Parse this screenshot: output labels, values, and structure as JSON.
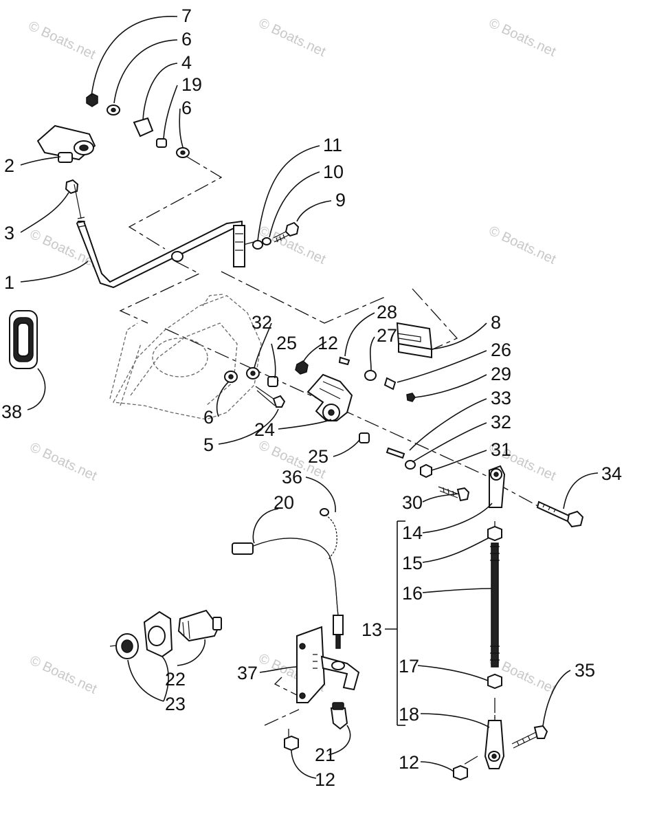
{
  "watermarks": [
    {
      "text": "© Boats.net"
    },
    {
      "text": "© Boats.net"
    },
    {
      "text": "© Boats.net"
    },
    {
      "text": "© Boats.net"
    },
    {
      "text": "© Boats.net"
    },
    {
      "text": "© Boats.net"
    },
    {
      "text": "© Boats.net"
    },
    {
      "text": "© Boats.net"
    },
    {
      "text": "© Boats.net"
    },
    {
      "text": "© Boats.net"
    },
    {
      "text": "© Boats.net"
    },
    {
      "text": "© Boats.net"
    }
  ],
  "callouts": [
    {
      "id": "c7",
      "label": "7"
    },
    {
      "id": "c6a",
      "label": "6"
    },
    {
      "id": "c4",
      "label": "4"
    },
    {
      "id": "c19",
      "label": "19"
    },
    {
      "id": "c6b",
      "label": "6"
    },
    {
      "id": "c2",
      "label": "2"
    },
    {
      "id": "c3",
      "label": "3"
    },
    {
      "id": "c1",
      "label": "1"
    },
    {
      "id": "c11",
      "label": "11"
    },
    {
      "id": "c10",
      "label": "10"
    },
    {
      "id": "c9",
      "label": "9"
    },
    {
      "id": "c28",
      "label": "28"
    },
    {
      "id": "c8",
      "label": "8"
    },
    {
      "id": "c27",
      "label": "27"
    },
    {
      "id": "c26",
      "label": "26"
    },
    {
      "id": "c29",
      "label": "29"
    },
    {
      "id": "c32a",
      "label": "32"
    },
    {
      "id": "c25a",
      "label": "25"
    },
    {
      "id": "c12a",
      "label": "12"
    },
    {
      "id": "c38",
      "label": "38"
    },
    {
      "id": "c6c",
      "label": "6"
    },
    {
      "id": "c5",
      "label": "5"
    },
    {
      "id": "c24",
      "label": "24"
    },
    {
      "id": "c33",
      "label": "33"
    },
    {
      "id": "c32b",
      "label": "32"
    },
    {
      "id": "c25b",
      "label": "25"
    },
    {
      "id": "c31",
      "label": "31"
    },
    {
      "id": "c36",
      "label": "36"
    },
    {
      "id": "c20",
      "label": "20"
    },
    {
      "id": "c30",
      "label": "30"
    },
    {
      "id": "c34",
      "label": "34"
    },
    {
      "id": "c14",
      "label": "14"
    },
    {
      "id": "c15",
      "label": "15"
    },
    {
      "id": "c16",
      "label": "16"
    },
    {
      "id": "c13",
      "label": "13"
    },
    {
      "id": "c17",
      "label": "17"
    },
    {
      "id": "c35",
      "label": "35"
    },
    {
      "id": "c18",
      "label": "18"
    },
    {
      "id": "c12b",
      "label": "12"
    },
    {
      "id": "c37",
      "label": "37"
    },
    {
      "id": "c22",
      "label": "22"
    },
    {
      "id": "c23",
      "label": "23"
    },
    {
      "id": "c21",
      "label": "21"
    },
    {
      "id": "c12c",
      "label": "12"
    }
  ]
}
